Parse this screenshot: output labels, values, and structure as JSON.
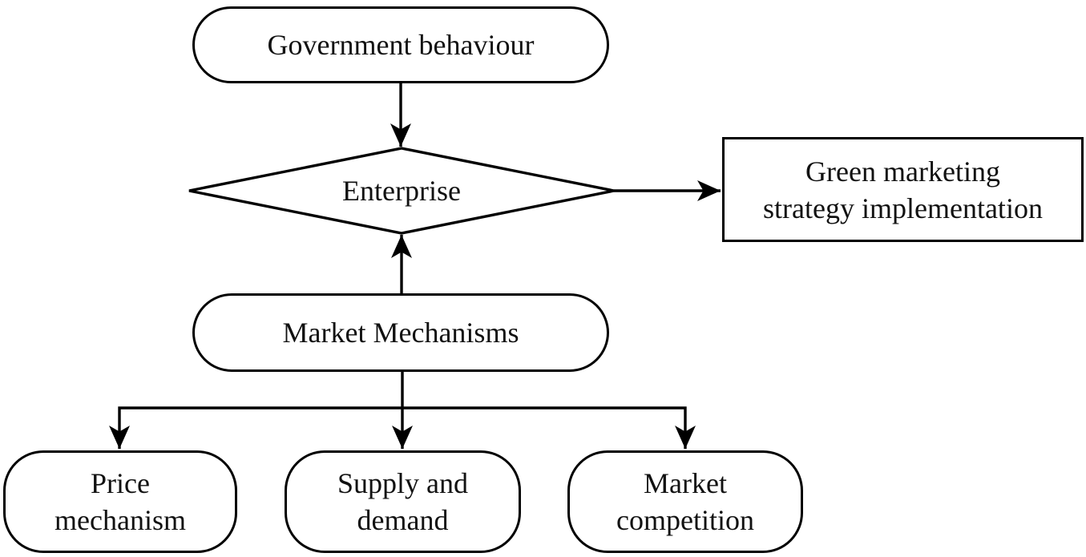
{
  "diagram": {
    "background_color": "#ffffff",
    "stroke_color": "#000000",
    "text_color": "#111111",
    "nodes": {
      "government": {
        "shape": "stadium",
        "label": "Government behaviour"
      },
      "enterprise": {
        "shape": "diamond",
        "label": "Enterprise"
      },
      "green_marketing": {
        "shape": "rectangle",
        "line1": "Green marketing",
        "line2": "strategy implementation"
      },
      "market_mechanisms": {
        "shape": "stadium",
        "label": "Market Mechanisms"
      },
      "price_mechanism": {
        "shape": "rounded",
        "line1": "Price",
        "line2": "mechanism"
      },
      "supply_demand": {
        "shape": "rounded",
        "line1": "Supply and",
        "line2": "demand"
      },
      "market_competition": {
        "shape": "rounded",
        "line1": "Market",
        "line2": "competition"
      }
    },
    "edges": [
      {
        "from": "government",
        "to": "enterprise",
        "direction": "down"
      },
      {
        "from": "enterprise",
        "to": "green_marketing",
        "direction": "right"
      },
      {
        "from": "market_mechanisms",
        "to": "enterprise",
        "direction": "up"
      },
      {
        "from": "market_mechanisms",
        "to": "price_mechanism",
        "direction": "down"
      },
      {
        "from": "market_mechanisms",
        "to": "supply_demand",
        "direction": "down"
      },
      {
        "from": "market_mechanisms",
        "to": "market_competition",
        "direction": "down"
      }
    ]
  }
}
